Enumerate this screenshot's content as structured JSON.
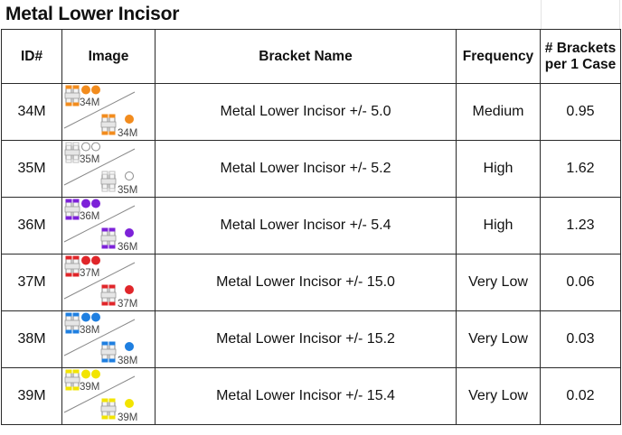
{
  "title": "Metal Lower Incisor",
  "headers": {
    "id": "ID#",
    "image": "Image",
    "name": "Bracket Name",
    "frequency": "Frequency",
    "brackets_line1": "# Brackets",
    "brackets_line2": "per 1 Case"
  },
  "rows": [
    {
      "id": "34M",
      "code": "34M",
      "name": "Metal Lower Incisor +/- 5.0",
      "frequency": "Medium",
      "brackets": "0.95",
      "color": "#f28c1e"
    },
    {
      "id": "35M",
      "code": "35M",
      "name": "Metal Lower Incisor +/- 5.2",
      "frequency": "High",
      "brackets": "1.62",
      "color": "#ffffff"
    },
    {
      "id": "36M",
      "code": "36M",
      "name": "Metal Lower Incisor +/- 5.4",
      "frequency": "High",
      "brackets": "1.23",
      "color": "#7d22d8"
    },
    {
      "id": "37M",
      "code": "37M",
      "name": "Metal Lower Incisor +/- 15.0",
      "frequency": "Very Low",
      "brackets": "0.06",
      "color": "#e0262a"
    },
    {
      "id": "38M",
      "code": "38M",
      "name": "Metal Lower Incisor +/- 15.2",
      "frequency": "Very Low",
      "brackets": "0.03",
      "color": "#1f7fe0"
    },
    {
      "id": "39M",
      "code": "39M",
      "name": "Metal Lower Incisor +/- 15.4",
      "frequency": "Very Low",
      "brackets": "0.02",
      "color": "#f2e400"
    }
  ]
}
